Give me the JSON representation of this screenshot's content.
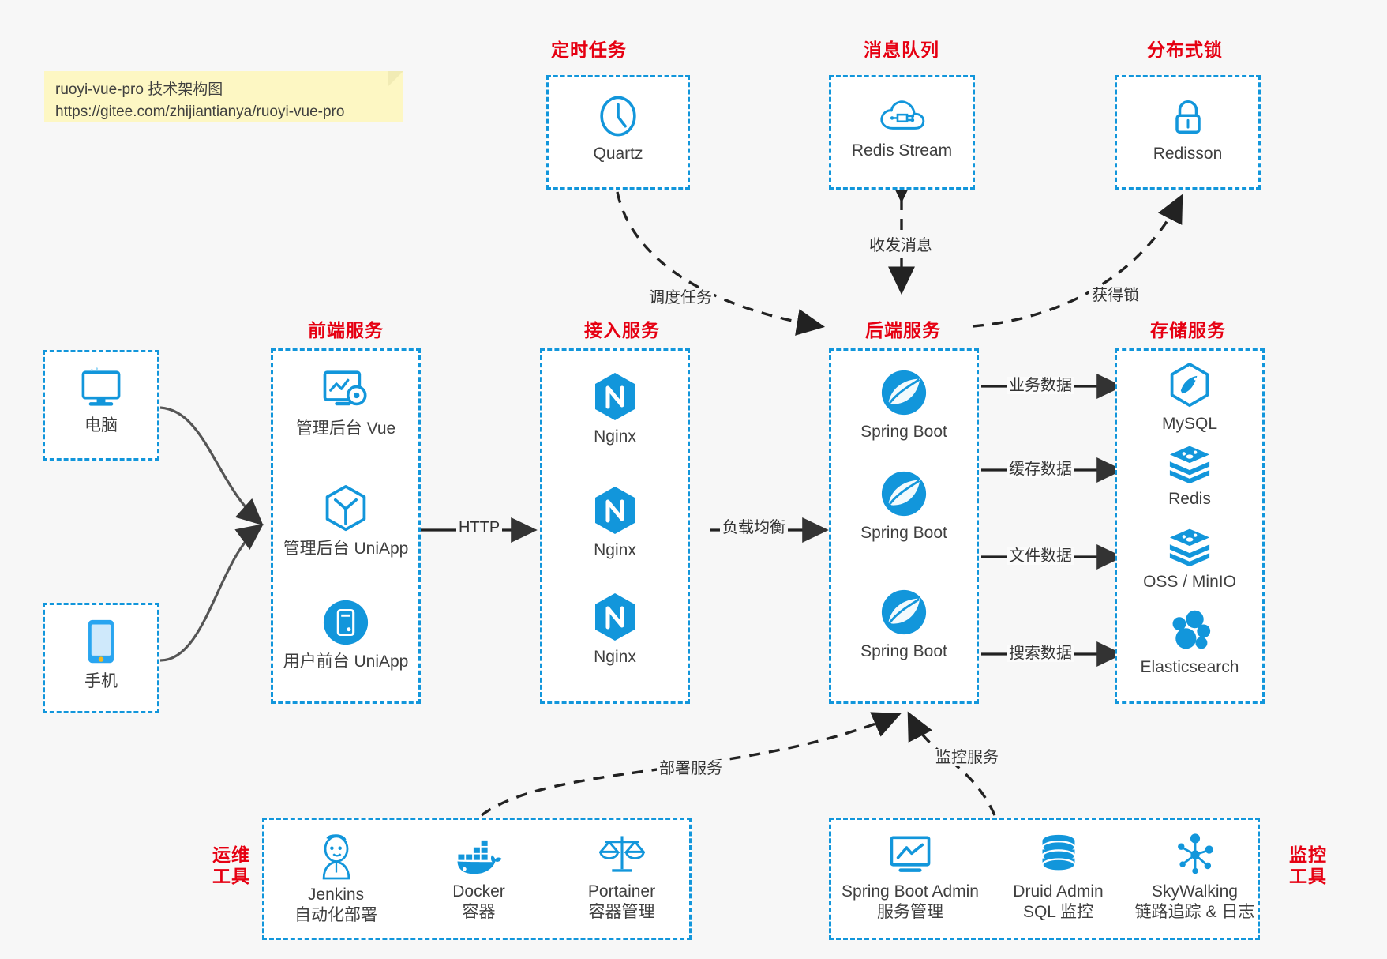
{
  "note": {
    "name": "architecture-note",
    "line1": "ruoyi-vue-pro 技术架构图",
    "line2": "https://gitee.com/zhijiantianya/ruoyi-vue-pro"
  },
  "colors": {
    "box_border": "#1296db",
    "group_title": "#e60012",
    "icon_blue": "#1296db",
    "edge": "#333333",
    "canvas": "#f7f7f7",
    "note_bg": "#fdf7c3"
  },
  "groups": {
    "scheduler": {
      "title": "定时任务",
      "nodes": [
        {
          "label": "Quartz",
          "icon": "clock-icon"
        }
      ]
    },
    "mq": {
      "title": "消息队列",
      "nodes": [
        {
          "label": "Redis Stream",
          "icon": "cloud-stream-icon"
        }
      ]
    },
    "lock": {
      "title": "分布式锁",
      "nodes": [
        {
          "label": "Redisson",
          "icon": "lock-icon"
        }
      ]
    },
    "clients": {
      "nodes": [
        {
          "label": "电脑",
          "icon": "desktop-icon"
        },
        {
          "label": "手机",
          "icon": "mobile-icon"
        }
      ]
    },
    "frontend": {
      "title": "前端服务",
      "nodes": [
        {
          "label": "管理后台 Vue",
          "icon": "dashboard-gear-icon"
        },
        {
          "label": "管理后台 UniApp",
          "icon": "cube-icon"
        },
        {
          "label": "用户前台 UniApp",
          "icon": "app-circle-icon"
        }
      ]
    },
    "gateway": {
      "title": "接入服务",
      "nodes": [
        {
          "label": "Nginx",
          "icon": "nginx-icon"
        },
        {
          "label": "Nginx",
          "icon": "nginx-icon"
        },
        {
          "label": "Nginx",
          "icon": "nginx-icon"
        }
      ]
    },
    "backend": {
      "title": "后端服务",
      "nodes": [
        {
          "label": "Spring Boot",
          "icon": "spring-boot-icon"
        },
        {
          "label": "Spring Boot",
          "icon": "spring-boot-icon"
        },
        {
          "label": "Spring Boot",
          "icon": "spring-boot-icon"
        }
      ]
    },
    "storage": {
      "title": "存储服务",
      "nodes": [
        {
          "label": "MySQL",
          "icon": "mysql-icon"
        },
        {
          "label": "Redis",
          "icon": "redis-icon"
        },
        {
          "label": "OSS / MinIO",
          "icon": "oss-icon"
        },
        {
          "label": "Elasticsearch",
          "icon": "elasticsearch-icon"
        }
      ]
    },
    "devops": {
      "title_line1": "运维",
      "title_line2": "工具",
      "nodes": [
        {
          "label": "Jenkins",
          "sub": "自动化部署",
          "icon": "jenkins-icon"
        },
        {
          "label": "Docker",
          "sub": "容器",
          "icon": "docker-icon"
        },
        {
          "label": "Portainer",
          "sub": "容器管理",
          "icon": "scales-icon"
        }
      ]
    },
    "monitor": {
      "title_line1": "监控",
      "title_line2": "工具",
      "nodes": [
        {
          "label": "Spring Boot Admin",
          "sub": "服务管理",
          "icon": "monitor-chart-icon"
        },
        {
          "label": "Druid Admin",
          "sub": "SQL 监控",
          "icon": "database-icon"
        },
        {
          "label": "SkyWalking",
          "sub": "链路追踪 & 日志",
          "icon": "skywalking-icon"
        }
      ]
    }
  },
  "edges": {
    "http": "HTTP",
    "load_balance": "负载均衡",
    "schedule_task": "调度任务",
    "send_receive_message": "收发消息",
    "acquire_lock": "获得锁",
    "business_data": "业务数据",
    "cache_data": "缓存数据",
    "file_data": "文件数据",
    "search_data": "搜索数据",
    "deploy_service": "部署服务",
    "monitor_service": "监控服务"
  }
}
